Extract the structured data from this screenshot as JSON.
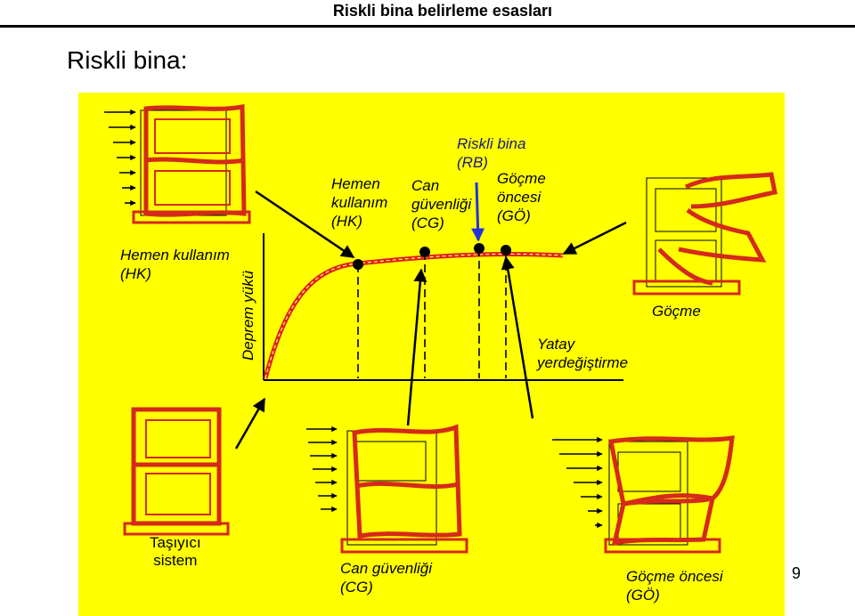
{
  "header": {
    "title": "Riskli bina belirleme esasları"
  },
  "slide": {
    "title": "Riskli bina:",
    "page_number": "9"
  },
  "diagram": {
    "labels": {
      "hk_top": "Hemen\nkullanım\n(HK)",
      "cg_top": "Can\ngüvenliği\n(CG)",
      "rb_top": "Riskli bina\n(RB)",
      "go_top": "Göçme\nöncesi\n(GÖ)",
      "hk_left": "Hemen kullanım\n(HK)",
      "y_axis": "Deprem yükü",
      "x_axis": "Yatay\nyerdeğiştirme",
      "collapse": "Göçme",
      "structure": "Taşıyıcı\nsistem",
      "cg_bottom": "Can güvenliği\n(CG)",
      "go_bottom": "Göçme öncesi\n(GÖ)"
    },
    "colors": {
      "panel": "#ffff00",
      "curve": "#e0201a",
      "frame": "#d42a1a",
      "arrow": "#000000",
      "rb_arrow": "#2233dd"
    }
  }
}
